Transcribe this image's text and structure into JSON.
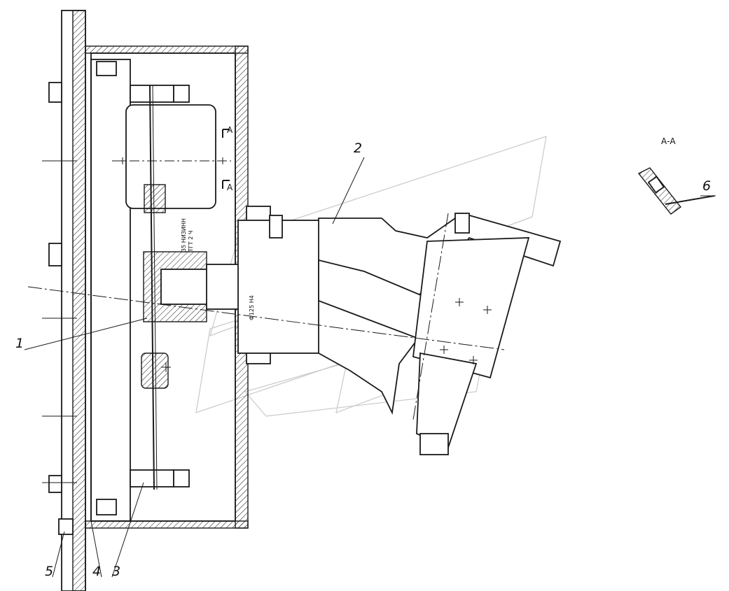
{
  "part_labels": [
    "1",
    "2",
    "3",
    "4",
    "5",
    "6"
  ],
  "section_label": "А-А",
  "section_marks": [
    "А",
    "А"
  ],
  "dimension_note": "Ф125 H4",
  "weld_note": "35 НИЗИНН",
  "weld_note_2": "ТГТ 2 Ч"
}
